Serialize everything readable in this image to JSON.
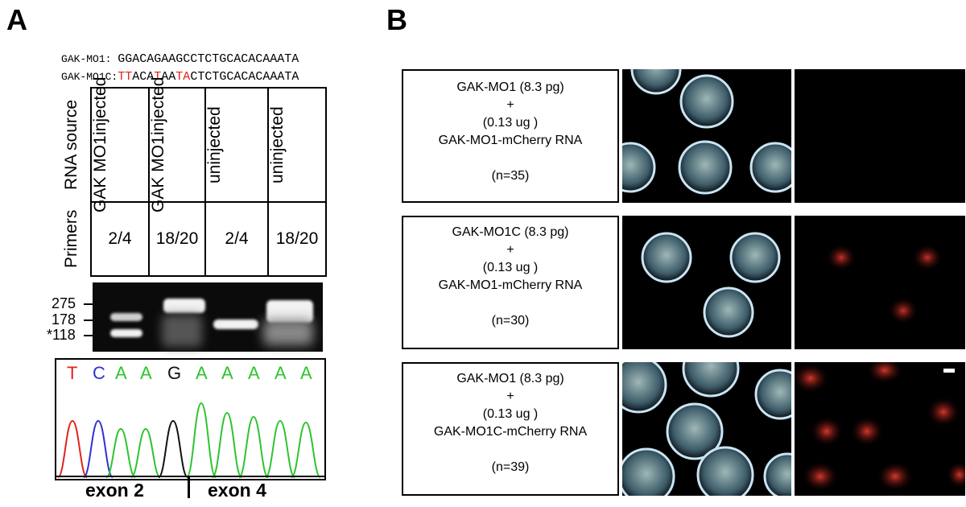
{
  "panel_a": {
    "letter": "A",
    "sequences": [
      {
        "label": "GAK-MO1: ",
        "parts": [
          {
            "t": "GGACAGAAGCCTCTGCACACAAATA",
            "red": false
          }
        ]
      },
      {
        "label": "GAK-MO1C:",
        "parts": [
          {
            "t": "TT",
            "red": true
          },
          {
            "t": "ACA",
            "red": false
          },
          {
            "t": "T",
            "red": true
          },
          {
            "t": "AA",
            "red": false
          },
          {
            "t": "TA",
            "red": true
          },
          {
            "t": "CTCTGCACACAAATA",
            "red": false
          }
        ]
      }
    ],
    "table": {
      "row_header_1": "RNA source",
      "row_header_2": "Primers",
      "columns": [
        {
          "source_line1": "GAK MO1",
          "source_line2": "injected",
          "primers": "2/4"
        },
        {
          "source_line1": "GAK MO1",
          "source_line2": "injected",
          "primers": "18/20"
        },
        {
          "source_line1": "uninjected",
          "source_line2": "",
          "primers": "2/4"
        },
        {
          "source_line1": "uninjected",
          "source_line2": "",
          "primers": "18/20"
        }
      ]
    },
    "gel_ladder": [
      "275",
      "178",
      "*118"
    ],
    "chromatogram": {
      "bases": [
        {
          "b": "T",
          "color": "#e2231a"
        },
        {
          "b": "C",
          "color": "#3030d0"
        },
        {
          "b": "A",
          "color": "#2ec42e"
        },
        {
          "b": "A",
          "color": "#2ec42e"
        },
        {
          "b": "G",
          "color": "#111111"
        },
        {
          "b": "A",
          "color": "#2ec42e"
        },
        {
          "b": "A",
          "color": "#2ec42e"
        },
        {
          "b": "A",
          "color": "#2ec42e"
        },
        {
          "b": "A",
          "color": "#2ec42e"
        },
        {
          "b": "A",
          "color": "#2ec42e"
        }
      ],
      "exon_left": "exon 2",
      "exon_right": "exon 4"
    }
  },
  "panel_b": {
    "letter": "B",
    "rows": [
      {
        "l1": "GAK-MO1 (8.3 pg)",
        "l2": "+",
        "l3": "(0.13 ug )",
        "l4": "GAK-MO1-mCherry RNA",
        "n": "(n=35)"
      },
      {
        "l1": "GAK-MO1C (8.3 pg)",
        "l2": "+",
        "l3": "(0.13 ug )",
        "l4": "GAK-MO1-mCherry RNA",
        "n": "(n=30)"
      },
      {
        "l1": "GAK-MO1 (8.3 pg)",
        "l2": "+",
        "l3": "(0.13 ug )",
        "l4": "GAK-MO1C-mCherry RNA",
        "n": "(n=39)"
      }
    ]
  }
}
